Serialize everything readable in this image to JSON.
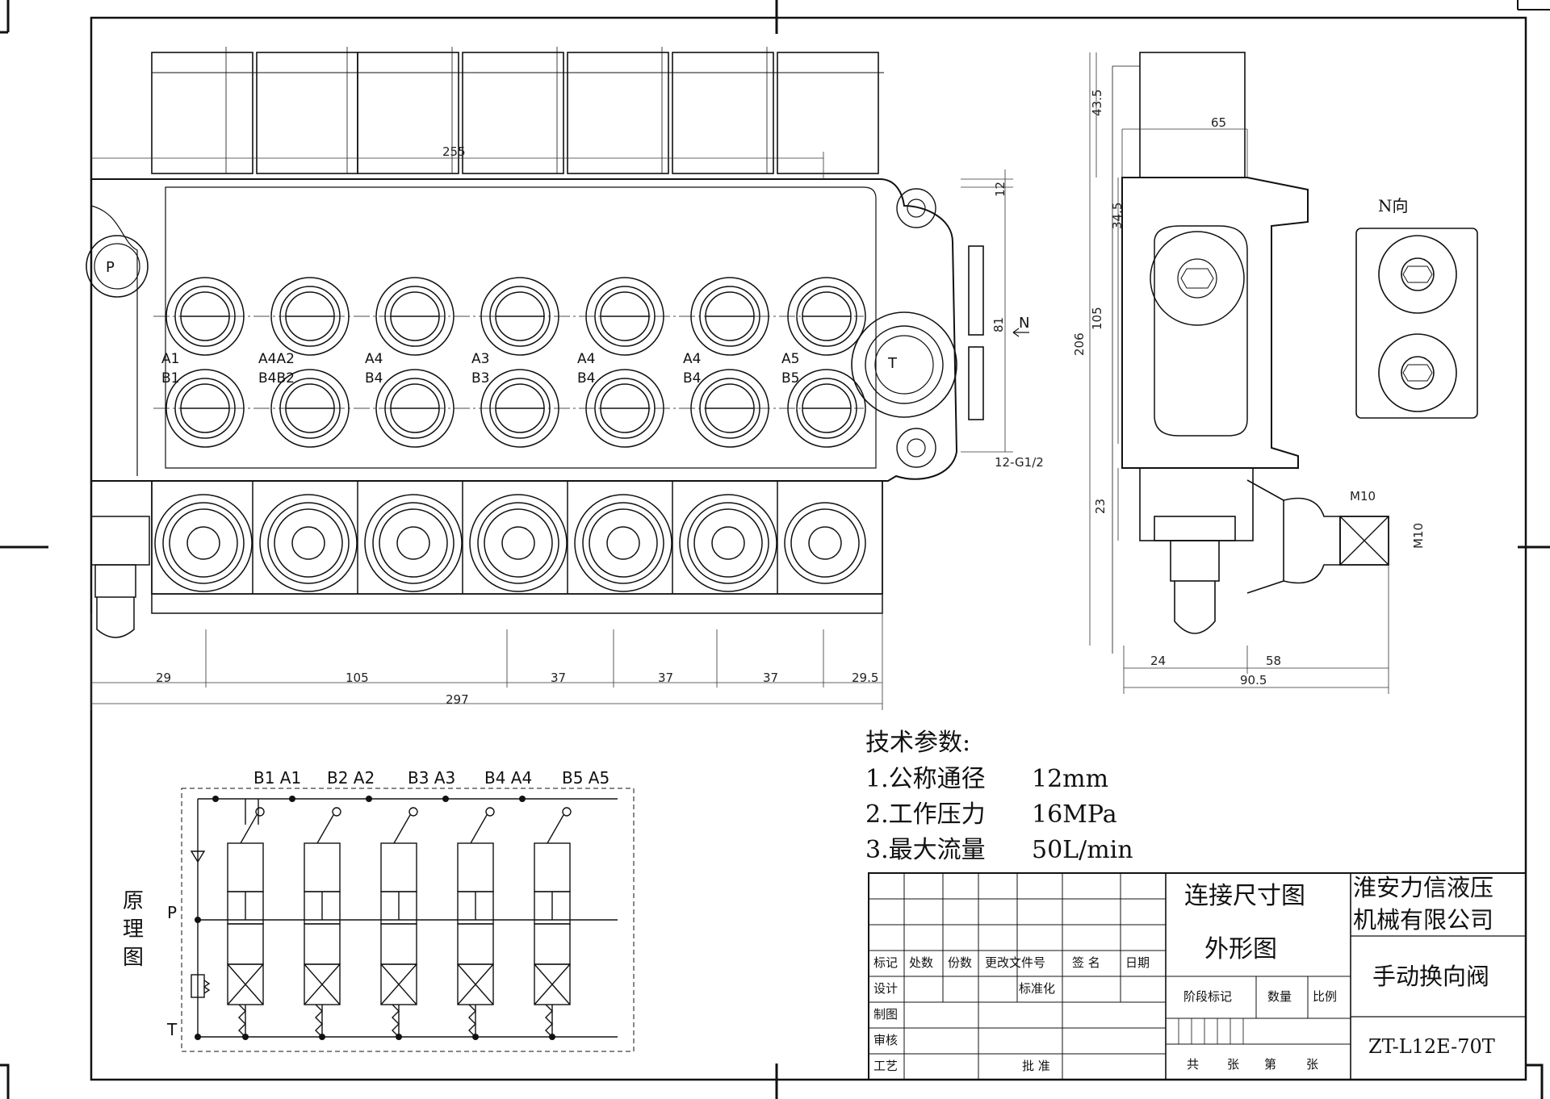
{
  "dims": {
    "w255": "255",
    "h12": "12",
    "h81": "81",
    "g12": "12-G1/2",
    "d29": "29",
    "d105": "105",
    "d37a": "37",
    "d37b": "37",
    "d37c": "37",
    "d29_5": "29.5",
    "d297": "297",
    "s43_5": "43.5",
    "s65": "65",
    "s34_5": "34.5",
    "s105": "105",
    "s206": "206",
    "s23": "23",
    "s24": "24",
    "s58": "58",
    "s90_5": "90.5",
    "m10a": "M10",
    "m10b": "M10"
  },
  "ports": {
    "p": "P",
    "t": "T",
    "n": "N",
    "n_view": "N向",
    "top_row": [
      "A1",
      "A4A2",
      "A4",
      "A3",
      "A4",
      "A4",
      "A5"
    ],
    "bot_row": [
      "B1",
      "B4B2",
      "B4",
      "B3",
      "B4",
      "B4",
      "B5"
    ]
  },
  "specs": {
    "title": "技术参数:",
    "items": [
      {
        "label": "1.公称通径",
        "value": "12mm"
      },
      {
        "label": "2.工作压力",
        "value": "16MPa"
      },
      {
        "label": "3.最大流量",
        "value": "50L/min"
      }
    ]
  },
  "schematic": {
    "label_chars": [
      "原",
      "理",
      "图"
    ],
    "port_labels": [
      "B1 A1",
      "B2 A2",
      "B3 A3",
      "B4 A4",
      "B5 A5"
    ],
    "p": "P",
    "t": "T"
  },
  "title_block": {
    "doc_title_1": "连接尺寸图",
    "doc_title_2": "外形图",
    "company_1": "淮安力信液压",
    "company_2": "机械有限公司",
    "product": "手动换向阀",
    "model": "ZT-L12E-70T",
    "rev_headers": [
      "标记",
      "处数",
      "份数",
      "更改文件号",
      "签 名",
      "日期"
    ],
    "rows": [
      "设计",
      "制图",
      "审核",
      "工艺"
    ],
    "standardize": "标准化",
    "approve": "批 准",
    "stage_mark": "阶段标记",
    "quantity": "数量",
    "scale": "比例",
    "sheets": [
      "共",
      "张",
      "第",
      "张"
    ]
  }
}
